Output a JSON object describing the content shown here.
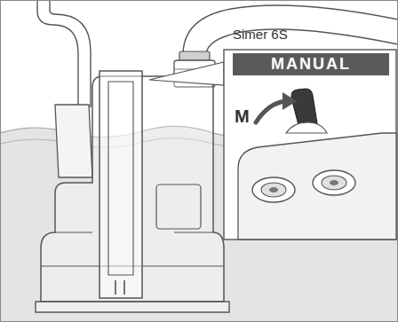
{
  "diagram": {
    "nodes": [
      {
        "text": [
          "MANUAL"
        ]
      }
    ],
    "labels": [
      "Simer 6S",
      "M"
    ]
  }
}
